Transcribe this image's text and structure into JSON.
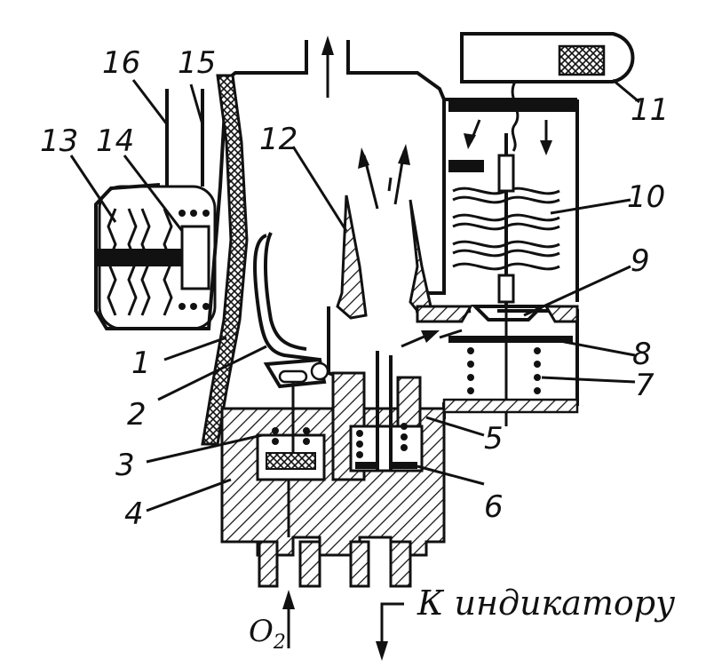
{
  "labels": {
    "n1": "1",
    "n2": "2",
    "n3": "3",
    "n4": "4",
    "n5": "5",
    "n6": "6",
    "n7": "7",
    "n8": "8",
    "n9": "9",
    "n10": "10",
    "n11": "11",
    "n12": "12",
    "n13": "13",
    "n14": "14",
    "n15": "15",
    "n16": "16"
  },
  "caption_indicator": "К индикатору",
  "inlet_label": {
    "base": "O",
    "subscript": "2"
  }
}
